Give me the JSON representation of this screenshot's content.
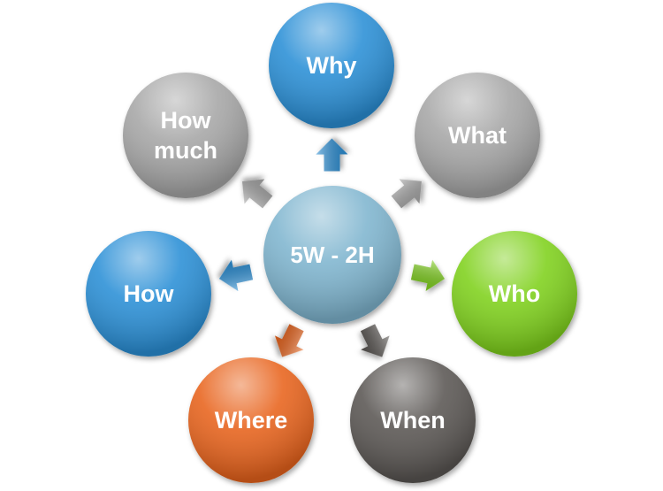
{
  "center": {
    "label": "5W - 2H",
    "color": "#7fb5cf"
  },
  "nodes": [
    {
      "id": "why",
      "lines": [
        "Why"
      ],
      "color": "#2a8fd6"
    },
    {
      "id": "what",
      "lines": [
        "What"
      ],
      "color": "#a6a6a6"
    },
    {
      "id": "who",
      "lines": [
        "Who"
      ],
      "color": "#7fd11e"
    },
    {
      "id": "when",
      "lines": [
        "When"
      ],
      "color": "#5a5752"
    },
    {
      "id": "where",
      "lines": [
        "Where"
      ],
      "color": "#e8641a"
    },
    {
      "id": "how",
      "lines": [
        "How"
      ],
      "color": "#2a8fd6"
    },
    {
      "id": "how-much",
      "lines": [
        "How",
        "much"
      ],
      "color": "#a6a6a6"
    }
  ]
}
